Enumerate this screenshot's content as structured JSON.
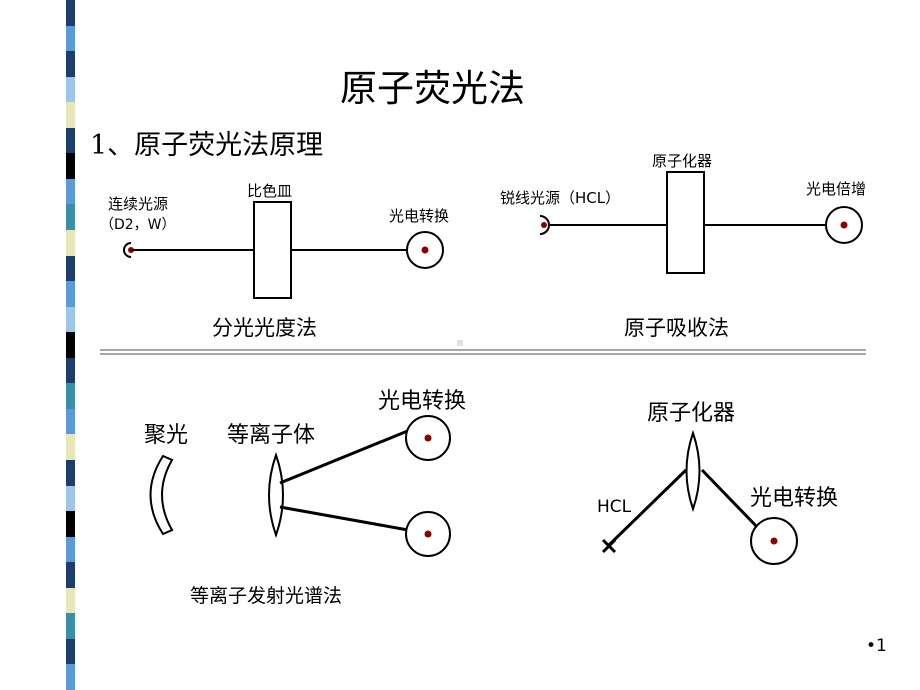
{
  "slide": {
    "title": "原子荧光法",
    "section": "1、原子荧光法原理",
    "page_number": "•1"
  },
  "diagram_spectro": {
    "source_label": "连续光源",
    "source_sub": "（D2，W）",
    "cuvette_label": "比色皿",
    "detector_label": "光电转换",
    "caption": "分光光度法"
  },
  "diagram_aas": {
    "source_label": "锐线光源（HCL）",
    "atomizer_label": "原子化器",
    "detector_label": "光电倍增",
    "caption": "原子吸收法"
  },
  "diagram_icp": {
    "focus_label": "聚光",
    "plasma_label": "等离子体",
    "detector_label": "光电转换",
    "caption": "等离子发射光谱法"
  },
  "diagram_afs": {
    "atomizer_label": "原子化器",
    "source_label": "HCL",
    "detector_label": "光电转换"
  },
  "colors": {
    "stripe_palette": [
      "#1f3d6b",
      "#5b9bd5",
      "#9fc5e8",
      "#e6e6b8",
      "#000000",
      "#3a8fa6"
    ],
    "detector_dot": "#8b0000"
  }
}
